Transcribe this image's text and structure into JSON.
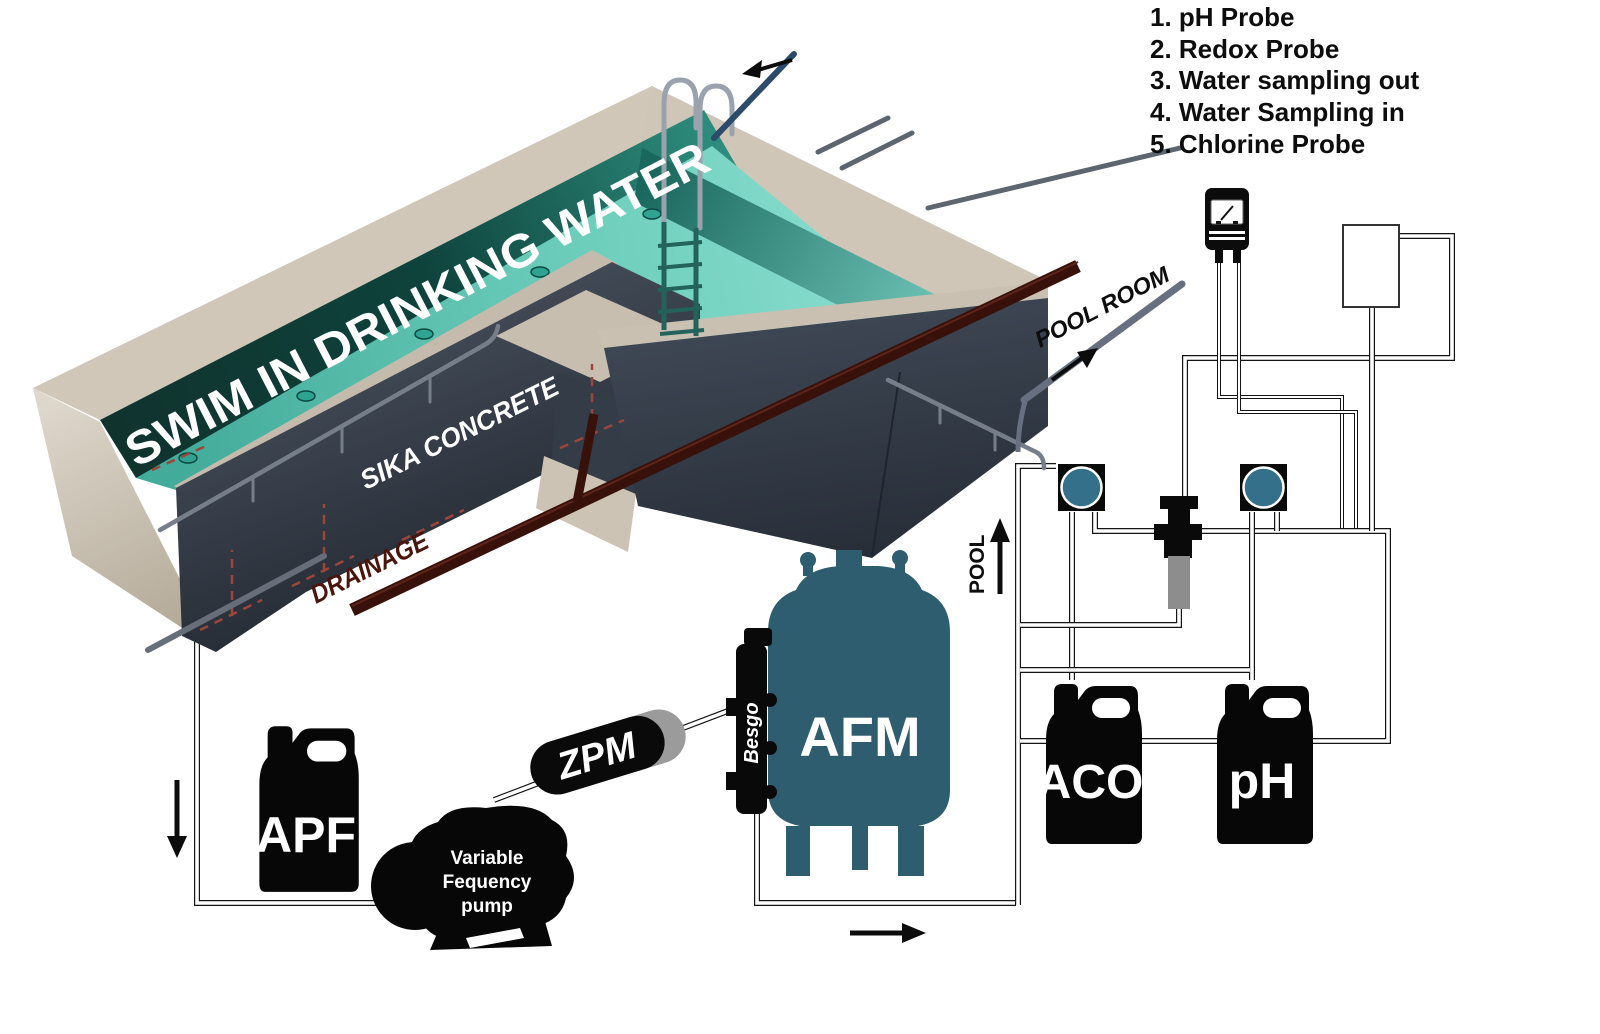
{
  "legend": {
    "items": [
      "1. pH Probe",
      "2. Redox Probe",
      "3. Water sampling out",
      "4. Water Sampling in",
      "5. Chlorine Probe"
    ]
  },
  "pool": {
    "banner": "SWIM IN DRINKING WATER",
    "concrete_label": "SIKA CONCRETE",
    "drainage_label": "DRAINAGE",
    "room_label": "POOL ROOM",
    "return_label": "POOL"
  },
  "equipment": {
    "filter_tank": "AFM",
    "backwash_valve": "Besgo",
    "static_mixer": "ZPM",
    "flocculant_can": "APF",
    "oxidizer_can": "ACO",
    "ph_can": "pH",
    "pump_line1": "Variable",
    "pump_line2": "Fequency",
    "pump_line3": "pump"
  },
  "colors": {
    "tank_teal": "#2d5d6f",
    "dial_teal": "#35708a",
    "water": "#6fcfbd",
    "coping_beige": "#cdc4b5",
    "wall_dark": "#39424e",
    "drainage_maroon": "#38110a"
  }
}
